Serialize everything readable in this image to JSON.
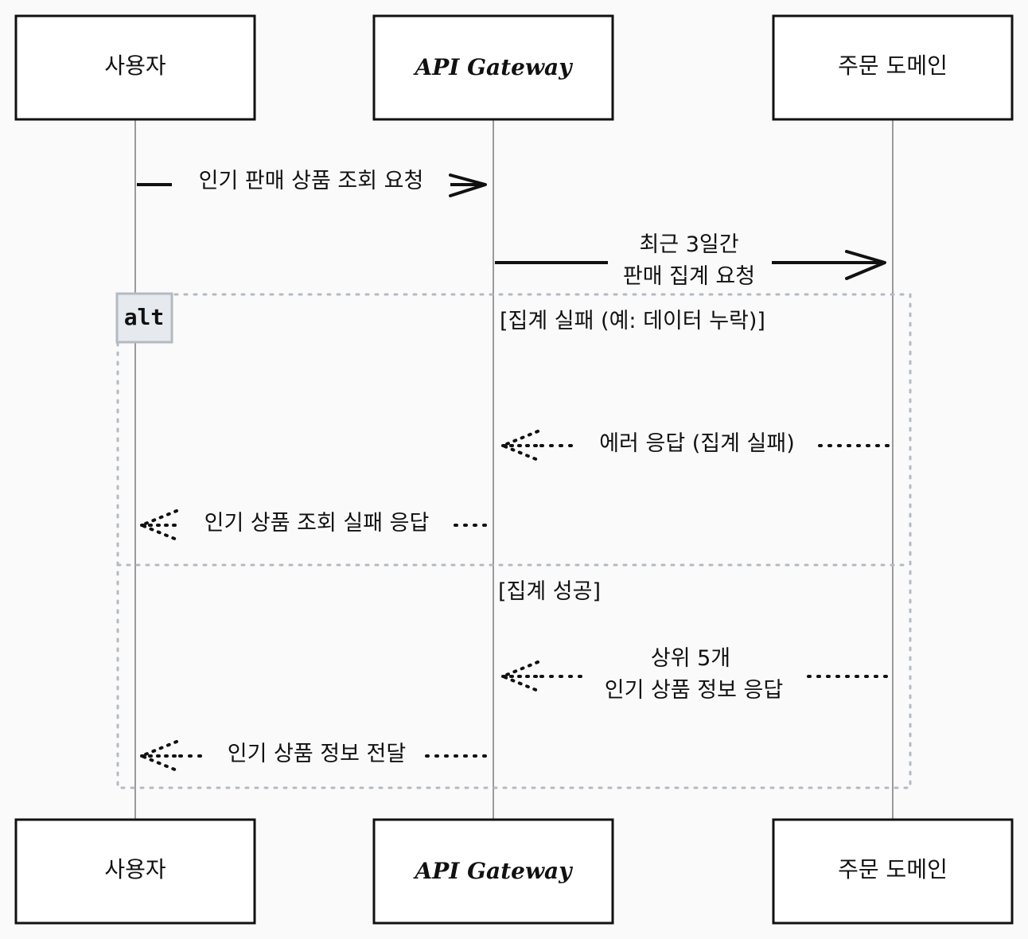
{
  "participants": {
    "user": "사용자",
    "gateway": "API Gateway",
    "order_domain": "주문 도메인"
  },
  "messages": {
    "m1": "인기 판매 상품 조회 요청",
    "m2_line1": "최근 3일간",
    "m2_line2": "판매 집계 요청",
    "m3": "에러 응답 (집계 실패)",
    "m4": "인기 상품 조회 실패 응답",
    "m5_line1": "상위 5개",
    "m5_line2": "인기 상품 정보 응답",
    "m6": "인기 상품 정보 전달"
  },
  "alt": {
    "label": "alt",
    "guard1": "[집계 실패 (예: 데이터 누락)]",
    "guard2": "[집계 성공]"
  },
  "colors": {
    "ink": "#111111",
    "lifeline": "#9a9a9a",
    "frame": "#b4bac2",
    "alt_label_bg": "#e6e9ee",
    "background": "#fafafa"
  }
}
